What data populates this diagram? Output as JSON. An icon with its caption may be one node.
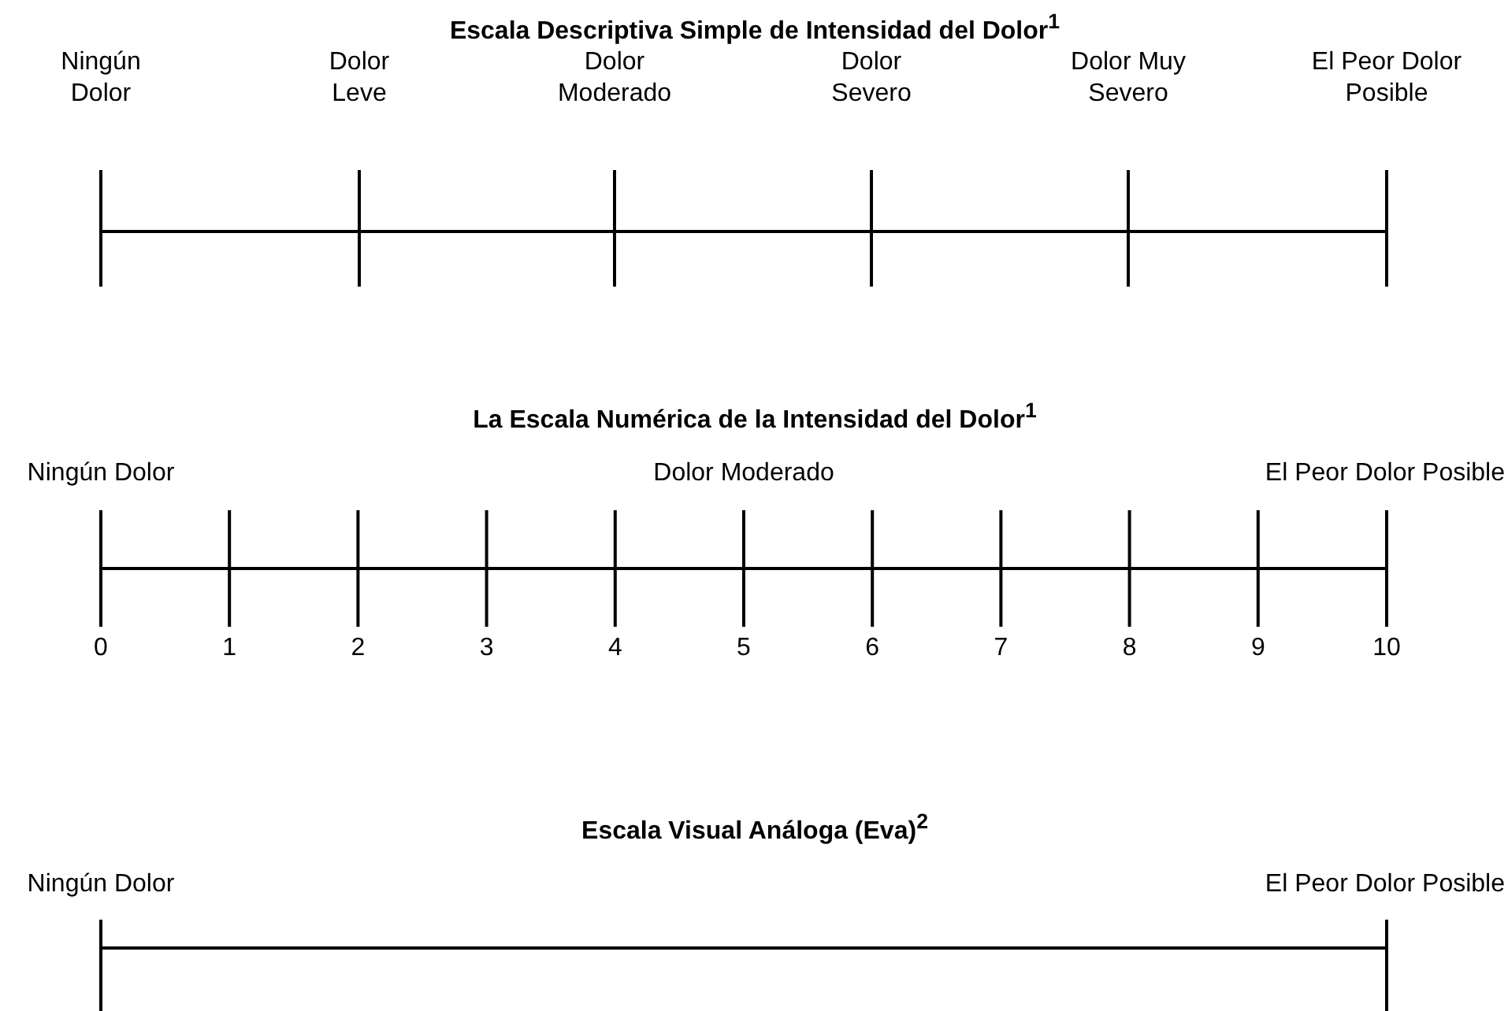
{
  "diagram": {
    "labels": [
      "Escala Descriptiva Simple de Intensidad del Dolor$^{1}$",
      "Ningún Dolor",
      "Dolor Leve",
      "Dolor Moderado",
      "Dolor Severo",
      "Dolor Muy Severo",
      "El Peor Dolor Posible",
      "La Escala Numérica de la Intensidad del Dolor$^{1}$",
      "Ningún Dolor",
      "Dolor Moderado",
      "El Peor Dolor Posible",
      "0",
      "1",
      "2",
      "3",
      "4",
      "5",
      "6",
      "7",
      "8",
      "9",
      "10",
      "Escala Visual Análoga (Eva)$^{2}$",
      "Ningún Dolor",
      "El Peor Dolor Posible"
    ]
  }
}
